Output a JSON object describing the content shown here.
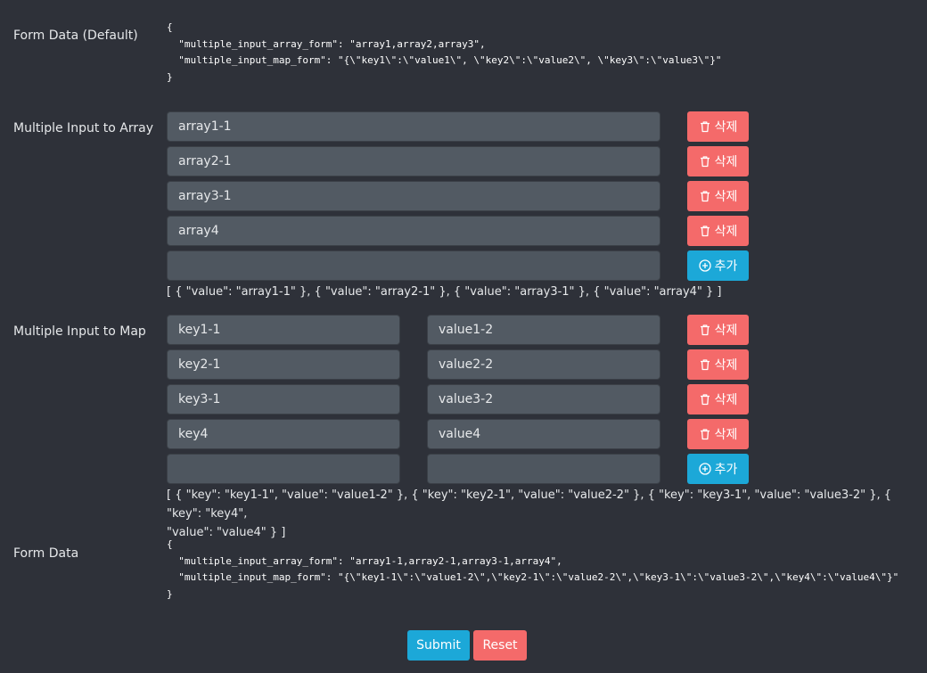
{
  "default_section": {
    "label": "Form Data (Default)",
    "code_lines": [
      "{",
      "  \"multiple_input_array_form\": \"array1,array2,array3\",",
      "  \"multiple_input_map_form\": \"{\\\"key1\\\":\\\"value1\\\", \\\"key2\\\":\\\"value2\\\", \\\"key3\\\":\\\"value3\\\"}\"",
      "}"
    ]
  },
  "array_section": {
    "label": "Multiple Input to Array",
    "values": [
      "array1-1",
      "array2-1",
      "array3-1",
      "array4"
    ],
    "new_value": "",
    "delete_label": "삭제",
    "add_label": "추가",
    "result": "[ { \"value\": \"array1-1\" }, { \"value\": \"array2-1\" }, { \"value\": \"array3-1\" }, { \"value\": \"array4\" } ]"
  },
  "map_section": {
    "label": "Multiple Input to Map",
    "rows": [
      {
        "key": "key1-1",
        "value": "value1-2"
      },
      {
        "key": "key2-1",
        "value": "value2-2"
      },
      {
        "key": "key3-1",
        "value": "value3-2"
      },
      {
        "key": "key4",
        "value": "value4"
      }
    ],
    "new_key": "",
    "new_value": "",
    "delete_label": "삭제",
    "add_label": "추가",
    "result_line1": "[ { \"key\": \"key1-1\", \"value\": \"value1-2\" }, { \"key\": \"key2-1\", \"value\": \"value2-2\" }, { \"key\": \"key3-1\", \"value\": \"value3-2\" }, { \"key\": \"key4\",",
    "result_line2": "\"value\": \"value4\" } ]"
  },
  "form_section": {
    "label": "Form Data",
    "code_lines": [
      "{",
      "  \"multiple_input_array_form\": \"array1-1,array2-1,array3-1,array4\",",
      "  \"multiple_input_map_form\": \"{\\\"key1-1\\\":\\\"value1-2\\\",\\\"key2-1\\\":\\\"value2-2\\\",\\\"key3-1\\\":\\\"value3-2\\\",\\\"key4\\\":\\\"value4\\\"}\"",
      "}"
    ]
  },
  "actions": {
    "submit_label": "Submit",
    "reset_label": "Reset"
  },
  "icons": {
    "delete": "trash-icon",
    "add": "plus-circle-icon"
  },
  "colors": {
    "background": "#2e3139",
    "delete": "#f46a6a",
    "add": "#1ca8d8",
    "input": "#525a63"
  }
}
